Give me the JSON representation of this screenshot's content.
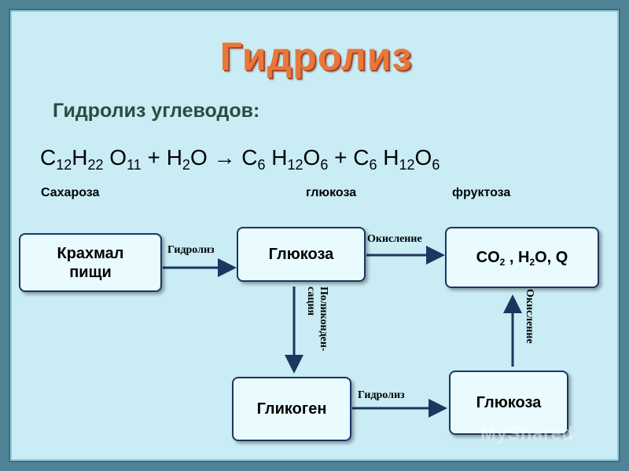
{
  "title": "Гидролиз",
  "subtitle": "Гидролиз углеводов:",
  "equation": {
    "c1": "C",
    "s1": "12",
    "h1": "H",
    "s2": "22",
    "o1": " O",
    "s3": "11",
    "plus1": " + H",
    "s4": "2",
    "o2": "O → C",
    "s5": "6",
    "h2": " H",
    "s6": "12",
    "o3": "O",
    "s7": "6",
    "plus2": " + C",
    "s8": "6",
    "h3": " H",
    "s9": "12",
    "o4": "O",
    "s10": "6"
  },
  "equation_names": {
    "sucrose": "Сахароза",
    "glucose": "глюкоза",
    "fructose": "фруктоза"
  },
  "boxes": {
    "starch_line1": "Крахмал",
    "starch_line2": "пищи",
    "glucose_top": "Глюкоза",
    "products_co": "CO",
    "products_co_sub": "2",
    "products_sep": " , H",
    "products_h_sub": "2",
    "products_rest": "O,  Q",
    "glycogen": "Гликоген",
    "glucose_bottom": "Глюкоза"
  },
  "labels": {
    "hydrolysis_top": "Гидролиз",
    "oxidation_top": "Окисление",
    "polycondensation": "Поликонден-сация",
    "oxidation_right": "Окисление",
    "hydrolysis_bottom": "Гидролиз"
  },
  "watermark": "MyShared",
  "colors": {
    "arrow": "#1d3560",
    "title": "#e8783a",
    "background": "#c9ecf5"
  }
}
